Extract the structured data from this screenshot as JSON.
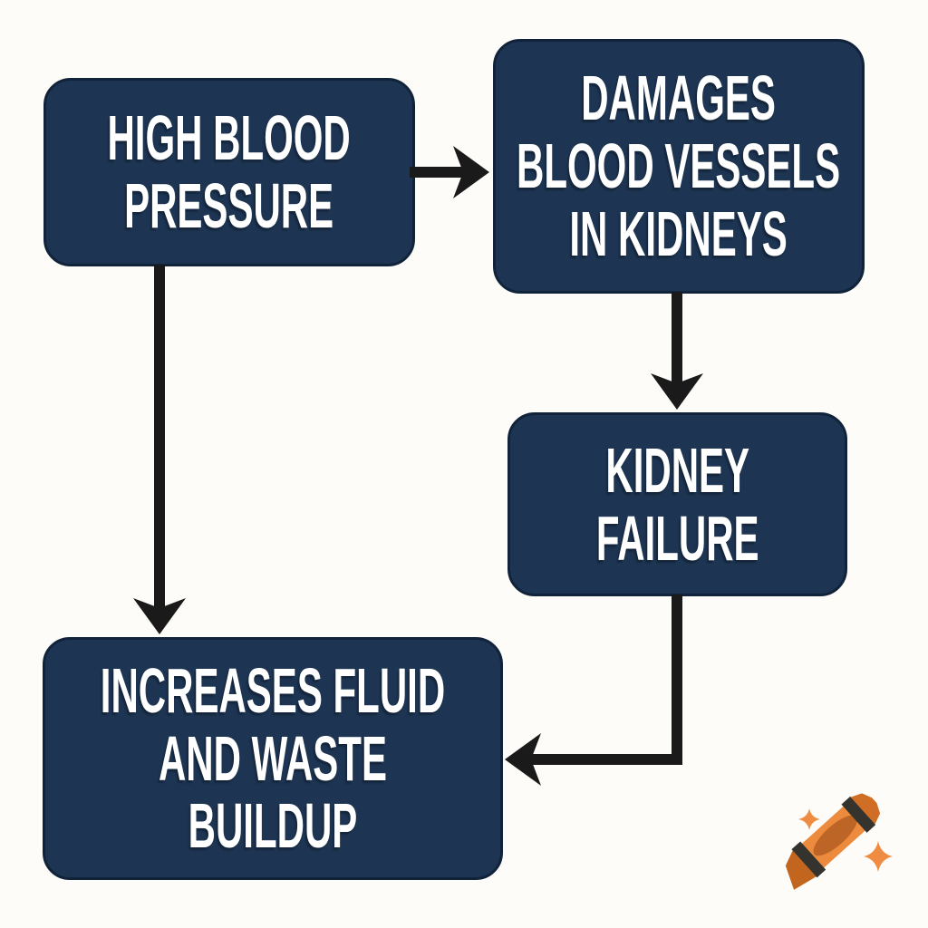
{
  "diagram": {
    "title": "high blood pressure kidney flowchart",
    "colors": {
      "background": "#fdfcf8",
      "node_fill": "#1d3552",
      "node_border": "#10233a",
      "node_text": "#ffffff",
      "arrow": "#1a1a1a",
      "crayon_body": "#ec8b3e",
      "crayon_dark": "#bc6526",
      "crayon_stripe": "#35332e",
      "sparkle": "#ef8c42"
    },
    "nodes": [
      {
        "id": "high-blood-pressure",
        "label": "HIGH BLOOD\nPRESSURE"
      },
      {
        "id": "damages-blood-vessels-in-kidneys",
        "label": "DAMAGES\nBLOOD VESSELS\nIN KIDNEYS"
      },
      {
        "id": "kidney-failure",
        "label": "KIDNEY\nFAILURE"
      },
      {
        "id": "increases-fluid-and-waste-buildup",
        "label": "INCREASES FLUID\nAND WASTE\nBUILDUP"
      }
    ],
    "edges": [
      {
        "from": "high-blood-pressure",
        "to": "damages-blood-vessels-in-kidneys",
        "shape": "straight-right"
      },
      {
        "from": "damages-blood-vessels-in-kidneys",
        "to": "kidney-failure",
        "shape": "straight-down"
      },
      {
        "from": "high-blood-pressure",
        "to": "increases-fluid-and-waste-buildup",
        "shape": "straight-down"
      },
      {
        "from": "kidney-failure",
        "to": "increases-fluid-and-waste-buildup",
        "shape": "elbow-down-left"
      }
    ],
    "watermark": {
      "icon": "crayon-icon",
      "sparkles": 2
    }
  }
}
